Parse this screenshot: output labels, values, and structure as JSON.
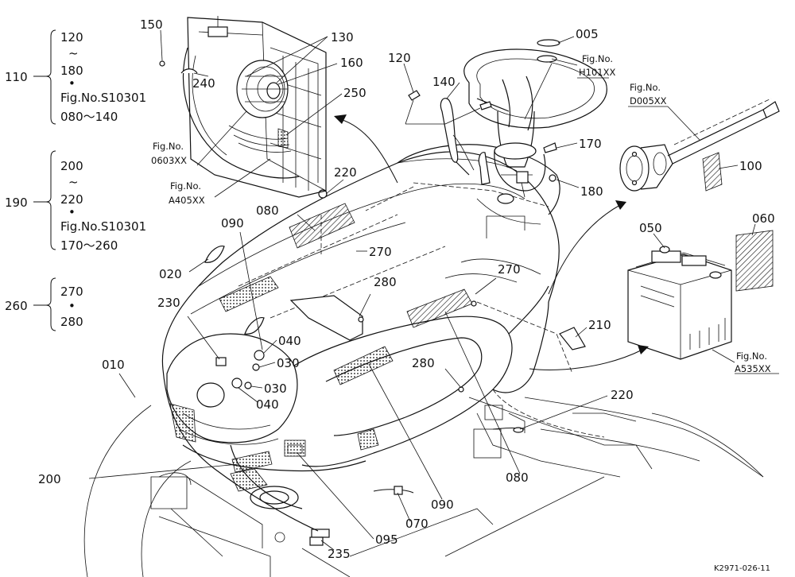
{
  "part_labels": {
    "p005": "005",
    "p010": "010",
    "p020": "020",
    "p030a": "030",
    "p030b": "030",
    "p040a": "040",
    "p040b": "040",
    "p050": "050",
    "p060": "060",
    "p070": "070",
    "p080a": "080",
    "p080b": "080",
    "p090a": "090",
    "p090b": "090",
    "p095": "095",
    "p100": "100",
    "p110": "110",
    "p120a": "120",
    "p120b": "120",
    "p130": "130",
    "p140": "140",
    "p150": "150",
    "p160": "160",
    "p170": "170",
    "p180a": "180",
    "p180b": "180",
    "p190": "190",
    "p200a": "200",
    "p200b": "200",
    "p210": "210",
    "p220a": "220",
    "p220b": "220",
    "p220c": "220",
    "p230": "230",
    "p235": "235",
    "p240": "240",
    "p250": "250",
    "p260": "260",
    "p270a": "270",
    "p270b": "270",
    "p270c": "270",
    "p280a": "280",
    "p280b": "280",
    "p280c": "280"
  },
  "legend": {
    "tilde": "~",
    "dot": "•",
    "g110_fig": "Fig.No.S10301",
    "g110_range": "080～140",
    "g190_fig": "Fig.No.S10301",
    "g190_range": "170～260"
  },
  "fig_refs": {
    "h101": {
      "prefix": "Fig.No.",
      "code": "H101XX"
    },
    "d005": {
      "prefix": "Fig.No.",
      "code": "D005XX"
    },
    "f0603": {
      "prefix": "Fig.No.",
      "code": "0603XX"
    },
    "a405": {
      "prefix": "Fig.No.",
      "code": "A405XX"
    },
    "a535": {
      "prefix": "Fig.No.",
      "code": "A535XX"
    }
  },
  "drawing_code": "K2971-026-11"
}
